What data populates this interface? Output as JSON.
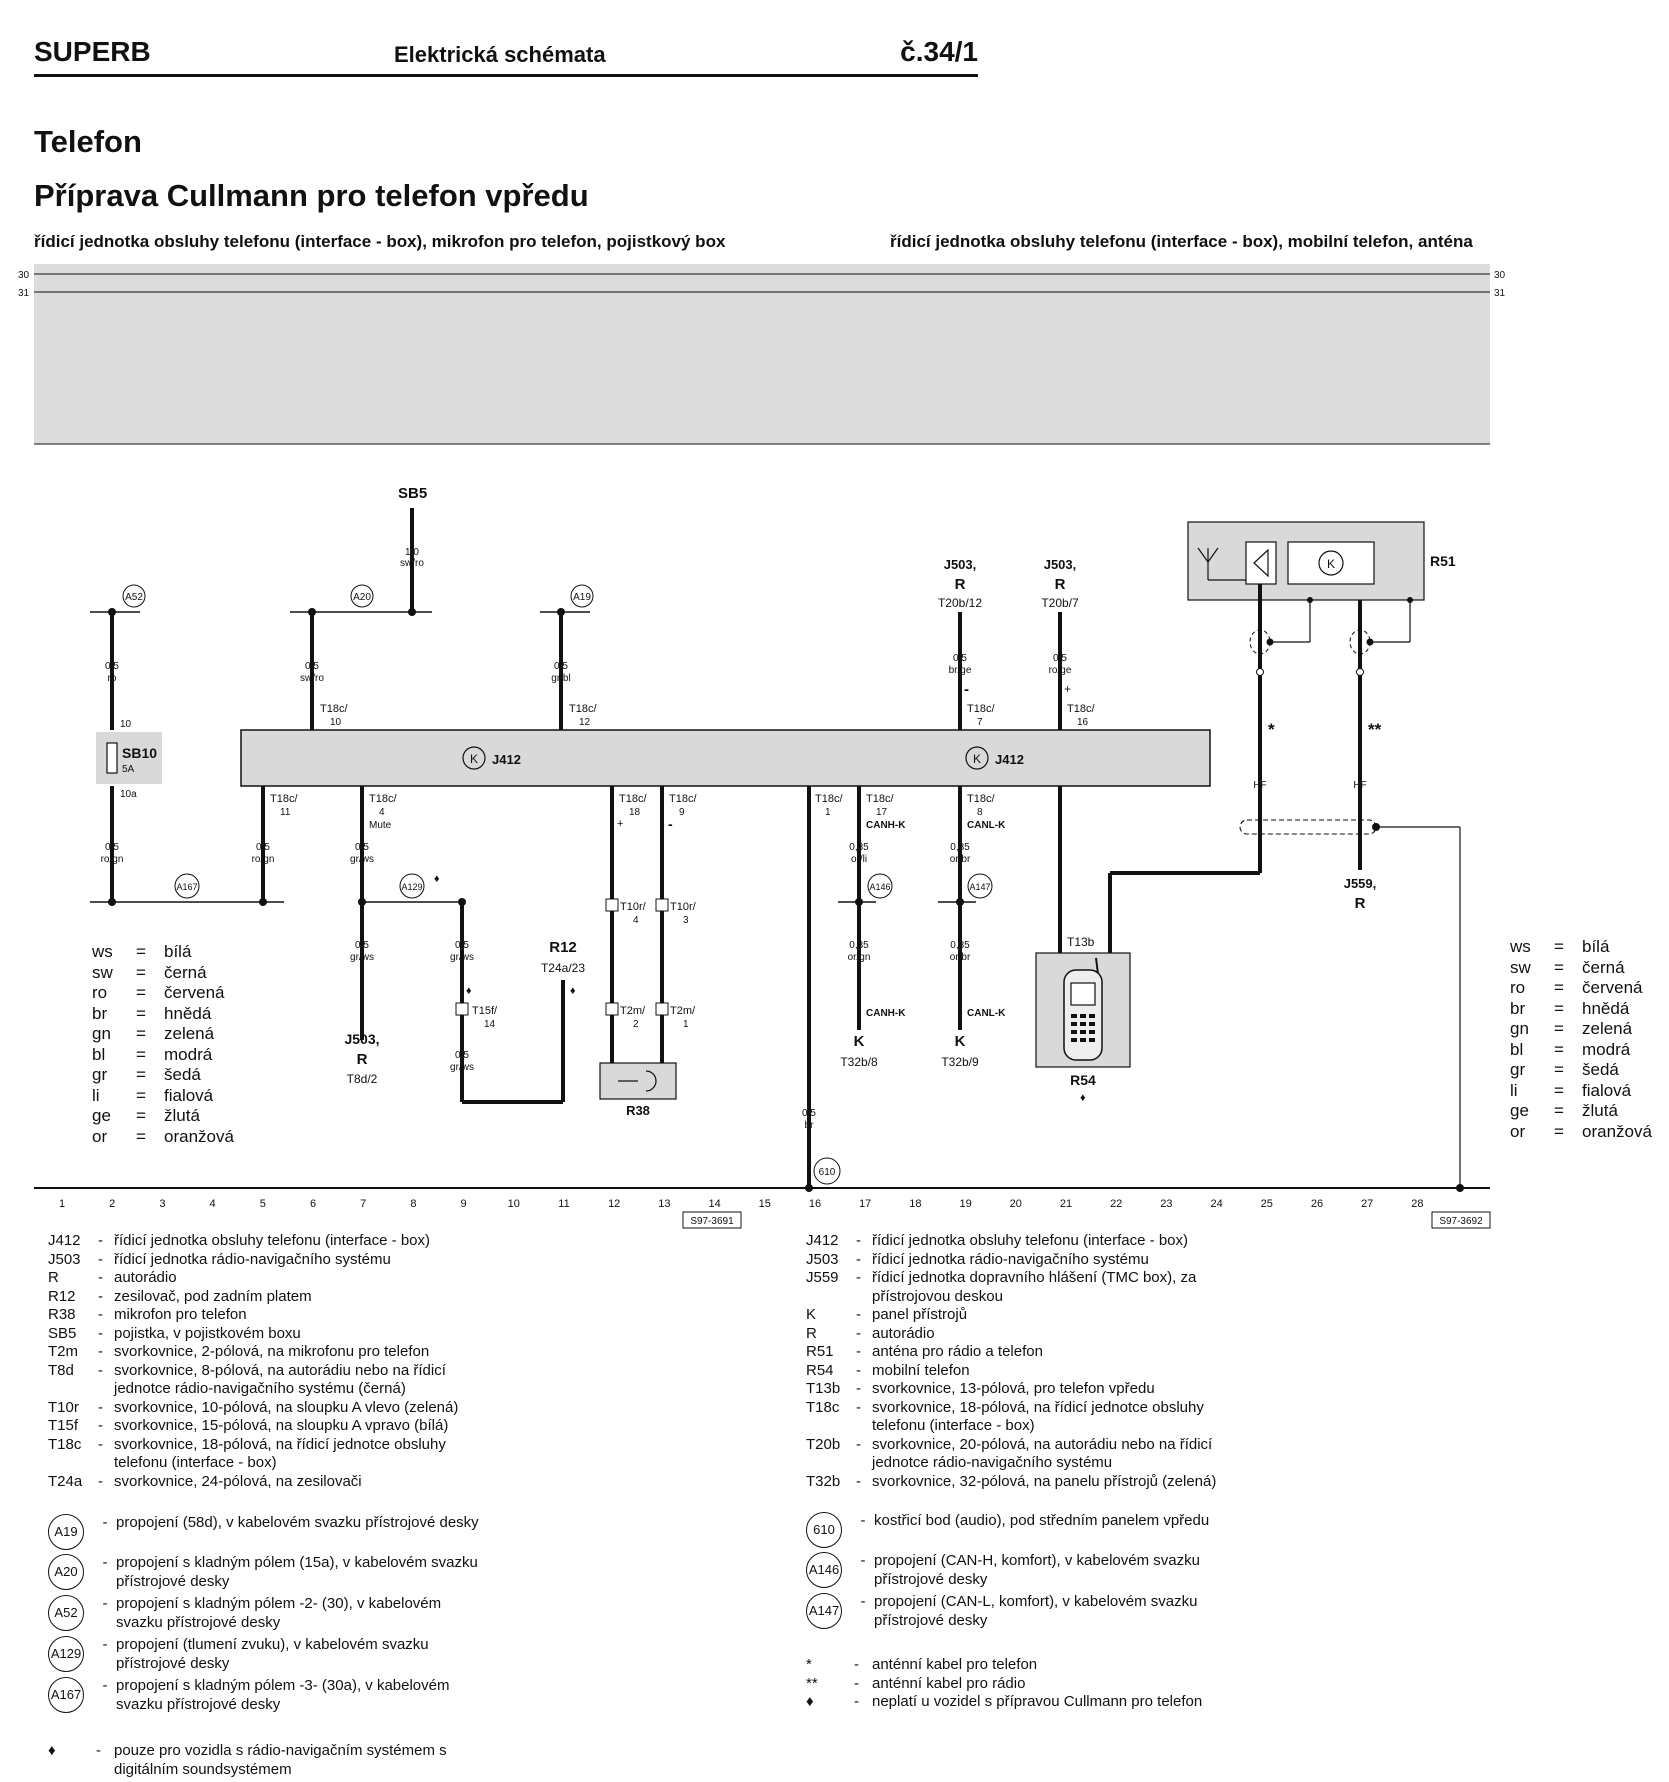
{
  "header": {
    "brand": "SUPERB",
    "doc_type": "Elektrická schémata",
    "page_no": "č.34/1"
  },
  "title": "Telefon",
  "subtitle": "Příprava Cullmann pro telefon vpředu",
  "section_left": "řídicí jednotka obsluhy telefonu (interface - box), mikrofon pro telefon, pojistkový box",
  "section_right": "řídicí jednotka obsluhy telefonu (interface - box), mobilní telefon, anténa",
  "rails": {
    "r30": "30",
    "r31": "31"
  },
  "ground_numbers": [
    "1",
    "2",
    "3",
    "4",
    "5",
    "6",
    "7",
    "8",
    "9",
    "10",
    "11",
    "12",
    "13",
    "14",
    "15",
    "16",
    "17",
    "18",
    "19",
    "20",
    "21",
    "22",
    "23",
    "24",
    "25",
    "26",
    "27",
    "28"
  ],
  "refs": {
    "left": "S97-3691",
    "right": "S97-3692"
  },
  "diagram": {
    "sb5": "SB5",
    "sb5_wire": "1,0",
    "sb5_color": "sw/ro",
    "a52": "A52",
    "a20": "A20",
    "a19": "A19",
    "a167": "A167",
    "a129": "A129",
    "a146": "A146",
    "a147": "A147",
    "g610": "610",
    "w_a52": "0,5",
    "c_a52": "ro",
    "w_a20": "0,5",
    "c_a20": "sw/ro",
    "w_a19": "0,5",
    "c_a19": "gr/bl",
    "t18c10": "T18c/",
    "t18c10n": "10",
    "t18c12": "T18c/",
    "t18c12n": "12",
    "t18c7": "T18c/",
    "t18c7n": "7",
    "t18c16": "T18c/",
    "t18c16n": "16",
    "fuse": "SB10",
    "fuse_a": "5A",
    "fuse_top": "10",
    "fuse_bot": "10a",
    "j412": "J412",
    "j503_1": "J503,",
    "r_1": "R",
    "t20b12": "T20b/12",
    "w_t20b12": "0,5",
    "c_t20b12": "br/ge",
    "j503_2": "J503,",
    "r_2": "R",
    "t20b7": "T20b/7",
    "w_t20b7": "0,5",
    "c_t20b7": "ro/ge",
    "r51": "R51",
    "star1": "*",
    "star2": "**",
    "hf1": "HF",
    "hf2": "HF",
    "j559": "J559,",
    "j559r": "R",
    "w_10a": "0,5",
    "c_10a": "ro/gn",
    "t18c11": "T18c/",
    "t18c11n": "11",
    "w_11": "0,5",
    "c_11": "ro/gn",
    "t18c4": "T18c/",
    "t18c4n": "4",
    "mute": "Mute",
    "w_4": "0,5",
    "c_4": "gr/ws",
    "w_j503b": "0,5",
    "c_j503b": "gr/ws",
    "j503_3": "J503,",
    "r_3": "R",
    "t8d2": "T8d/2",
    "w_t15a": "0,5",
    "c_t15a": "gr/ws",
    "t15f": "T15f/",
    "t15fn": "14",
    "w_t15b": "0,5",
    "c_t15b": "gr/ws",
    "r12": "R12",
    "t24a": "T24a/23",
    "t18c18": "T18c/",
    "t18c18n": "18",
    "t18c9": "T18c/",
    "t18c9n": "9",
    "t10r4": "T10r/",
    "t10r4n": "4",
    "t10r3": "T10r/",
    "t10r3n": "3",
    "t2m2": "T2m/",
    "t2m2n": "2",
    "t2m1": "T2m/",
    "t2m1n": "1",
    "r38": "R38",
    "t18c1": "T18c/",
    "t18c1n": "1",
    "w_gnd": "0,5",
    "c_gnd": "br",
    "t18c17": "T18c/",
    "t18c17n": "17",
    "canh": "CANH-K",
    "w_17": "0,35",
    "c_17": "or/li",
    "w_17b": "0,35",
    "c_17b": "or/gn",
    "canh2": "CANH-K",
    "k1": "K",
    "t32b8": "T32b/8",
    "t18c8": "T18c/",
    "t18c8n": "8",
    "canl": "CANL-K",
    "w_8": "0,35",
    "c_8": "or/br",
    "w_8b": "0,35",
    "c_8b": "or/br",
    "canl2": "CANL-K",
    "k2": "K",
    "t32b9": "T32b/9",
    "t13b": "T13b",
    "r54": "R54",
    "plus": "+",
    "minus": "-",
    "diamond": "♦"
  },
  "color_codes": [
    {
      "code": "ws",
      "name": "bílá"
    },
    {
      "code": "sw",
      "name": "černá"
    },
    {
      "code": "ro",
      "name": "červená"
    },
    {
      "code": "br",
      "name": "hnědá"
    },
    {
      "code": "gn",
      "name": "zelená"
    },
    {
      "code": "bl",
      "name": "modrá"
    },
    {
      "code": "gr",
      "name": "šedá"
    },
    {
      "code": "li",
      "name": "fialová"
    },
    {
      "code": "ge",
      "name": "žlutá"
    },
    {
      "code": "or",
      "name": "oranžová"
    }
  ],
  "legend_left": [
    {
      "code": "J412",
      "desc": "řídicí jednotka obsluhy telefonu (interface - box)"
    },
    {
      "code": "J503",
      "desc": "řídicí jednotka rádio-navigačního systému"
    },
    {
      "code": "R",
      "desc": "autorádio"
    },
    {
      "code": "R12",
      "desc": "zesilovač, pod zadním platem"
    },
    {
      "code": "R38",
      "desc": "mikrofon pro telefon"
    },
    {
      "code": "SB5",
      "desc": "pojistka, v pojistkovém boxu"
    },
    {
      "code": "T2m",
      "desc": "svorkovnice, 2-pólová, na mikrofonu pro telefon"
    },
    {
      "code": "T8d",
      "desc": "svorkovnice, 8-pólová, na autorádiu nebo na řídicí jednotce rádio-navigačního systému (černá)"
    },
    {
      "code": "T10r",
      "desc": "svorkovnice, 10-pólová, na sloupku A vlevo (zelená)"
    },
    {
      "code": "T15f",
      "desc": "svorkovnice, 15-pólová, na sloupku A vpravo (bílá)"
    },
    {
      "code": "T18c",
      "desc": "svorkovnice, 18-pólová, na řídicí jednotce obsluhy telefonu (interface - box)"
    },
    {
      "code": "T24a",
      "desc": "svorkovnice, 24-pólová, na zesilovači"
    }
  ],
  "connections_left": [
    {
      "code": "A19",
      "desc": "propojení (58d), v kabelovém svazku přístrojové desky"
    },
    {
      "code": "A20",
      "desc": "propojení s kladným pólem (15a), v kabelovém svazku přístrojové desky"
    },
    {
      "code": "A52",
      "desc": "propojení s kladným pólem -2- (30), v kabelovém svazku přístrojové desky"
    },
    {
      "code": "A129",
      "desc": "propojení (tlumení zvuku), v kabelovém svazku přístrojové desky"
    },
    {
      "code": "A167",
      "desc": "propojení s kladným pólem -3- (30a), v kabelovém svazku přístrojové desky"
    }
  ],
  "note_left": {
    "sym": "♦",
    "desc": "pouze pro vozidla s rádio-navigačním systémem s digitálním soundsystémem"
  },
  "legend_right": [
    {
      "code": "J412",
      "desc": "řídicí jednotka obsluhy telefonu (interface - box)"
    },
    {
      "code": "J503",
      "desc": "řídicí jednotka rádio-navigačního systému"
    },
    {
      "code": "J559",
      "desc": "řídicí jednotka dopravního hlášení (TMC box), za přístrojovou deskou"
    },
    {
      "code": "K",
      "desc": "panel přístrojů"
    },
    {
      "code": "R",
      "desc": "autorádio"
    },
    {
      "code": "R51",
      "desc": "anténa pro rádio a telefon"
    },
    {
      "code": "R54",
      "desc": "mobilní telefon"
    },
    {
      "code": "T13b",
      "desc": "svorkovnice, 13-pólová, pro telefon vpředu"
    },
    {
      "code": "T18c",
      "desc": "svorkovnice, 18-pólová, na řídicí jednotce obsluhy telefonu (interface - box)"
    },
    {
      "code": "T20b",
      "desc": "svorkovnice, 20-pólová, na autorádiu nebo na řídicí jednotce rádio-navigačního systému"
    },
    {
      "code": "T32b",
      "desc": "svorkovnice, 32-pólová, na panelu přístrojů (zelená)"
    }
  ],
  "connections_right": [
    {
      "code": "610",
      "desc": "kostřicí bod (audio), pod středním panelem vpředu"
    },
    {
      "code": "A146",
      "desc": "propojení (CAN-H, komfort), v kabelovém svazku přístrojové desky"
    },
    {
      "code": "A147",
      "desc": "propojení (CAN-L, komfort), v kabelovém svazku přístrojové desky"
    }
  ],
  "notes_right": [
    {
      "sym": "*",
      "desc": "anténní kabel pro telefon"
    },
    {
      "sym": "**",
      "desc": "anténní kabel pro rádio"
    },
    {
      "sym": "♦",
      "desc": "neplatí u vozidel s přípravou Cullmann pro telefon"
    }
  ],
  "colors": {
    "rail_band": "#dcdcdc",
    "box_fill": "#d9d9d9",
    "ink": "#111111"
  }
}
